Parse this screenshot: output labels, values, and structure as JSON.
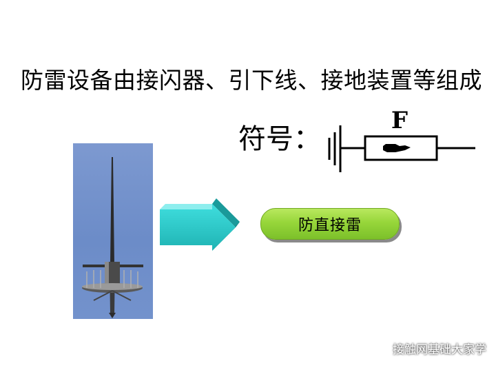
{
  "slide": {
    "headline": "防雷设备由接闪器、引下线、接地装置等组成",
    "symbol_label": "符号：",
    "symbol_letter": "F",
    "function_label": "防直接雷"
  },
  "watermark": {
    "text": "接触网基础大家学",
    "icon": "wechat-official-account-icon"
  },
  "colors": {
    "arrow": "#27c6c6",
    "pill": "#97d63a",
    "photo_background": "#6c8cc8"
  }
}
